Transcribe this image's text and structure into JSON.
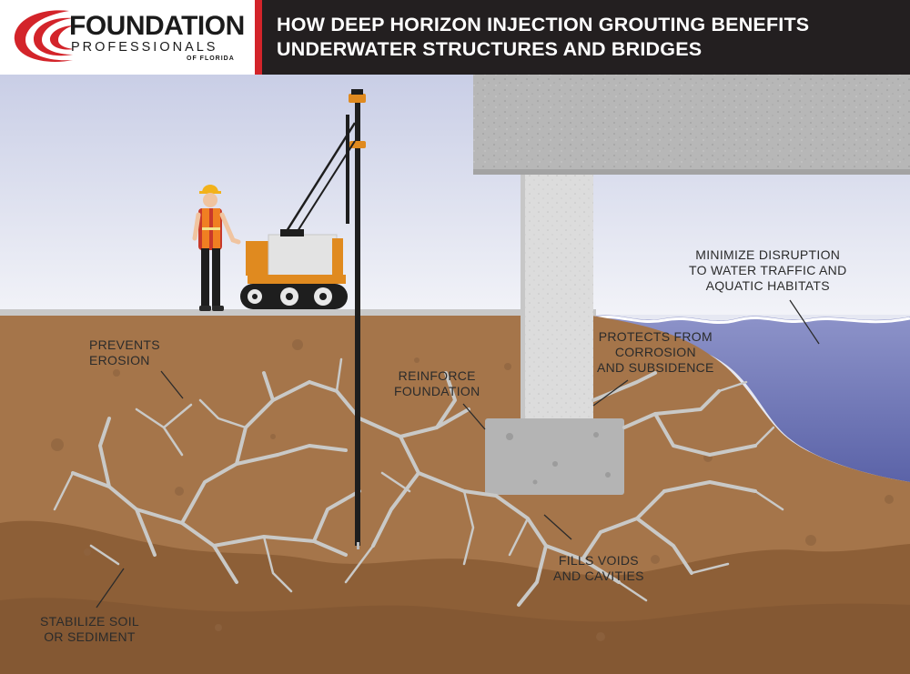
{
  "header": {
    "logo": {
      "line1": "FOUNDATION",
      "line2": "PROFESSIONALS",
      "line3": "OF FLORIDA"
    },
    "title_lines": [
      "HOW DEEP HORIZON INJECTION GROUTING BENEFITS",
      "UNDERWATER STRUCTURES AND BRIDGES"
    ]
  },
  "labels": {
    "prevents_erosion": [
      "PREVENTS",
      "EROSION"
    ],
    "reinforce_foundation": [
      "REINFORCE",
      "FOUNDATION"
    ],
    "protects": [
      "PROTECTS FROM",
      "CORROSION",
      "AND SUBSIDENCE"
    ],
    "minimize": [
      "MINIMIZE DISRUPTION",
      "TO WATER TRAFFIC AND",
      "AQUATIC HABITATS"
    ],
    "fills_voids": [
      "FILLS VOIDS",
      "AND CAVITIES"
    ],
    "stabilize": [
      "STABILIZE SOIL",
      "OR SEDIMENT"
    ]
  },
  "colors": {
    "brand_red": "#d3242a",
    "header_bg": "#231f20",
    "soil": "#a5754a",
    "deep_soil": "#8d5f37",
    "water": "#6b73b5",
    "concrete": "#bdbdbd",
    "crack": "#c9c9c7"
  }
}
